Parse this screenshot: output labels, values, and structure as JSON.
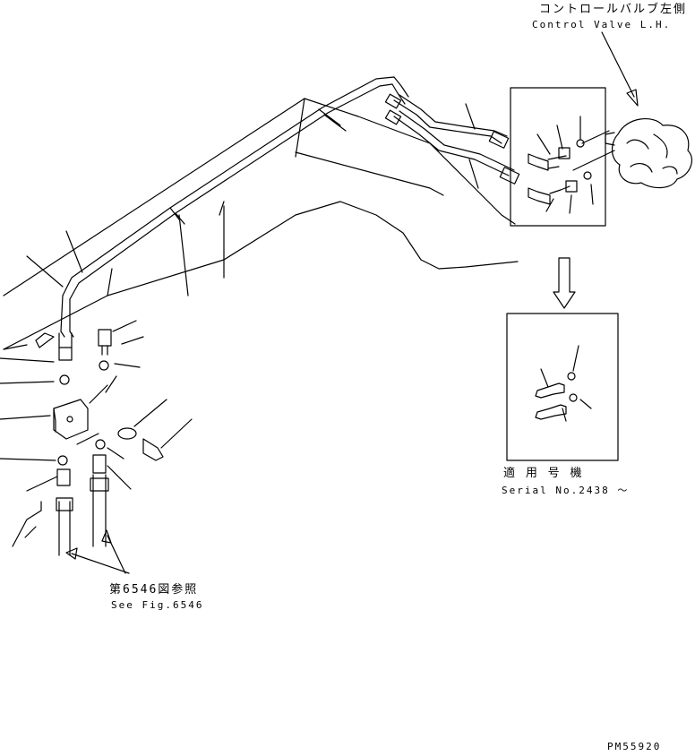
{
  "callouts": {
    "control_valve": {
      "jp": "コントロールバルブ左側",
      "en": "Control Valve L.H."
    },
    "serial": {
      "jp": "適 用 号 機",
      "en": "Serial No.2438 ～"
    },
    "see_fig": {
      "jp": "第6546図参照",
      "en": "See Fig.6546"
    }
  },
  "drawing_number": "PM55920"
}
